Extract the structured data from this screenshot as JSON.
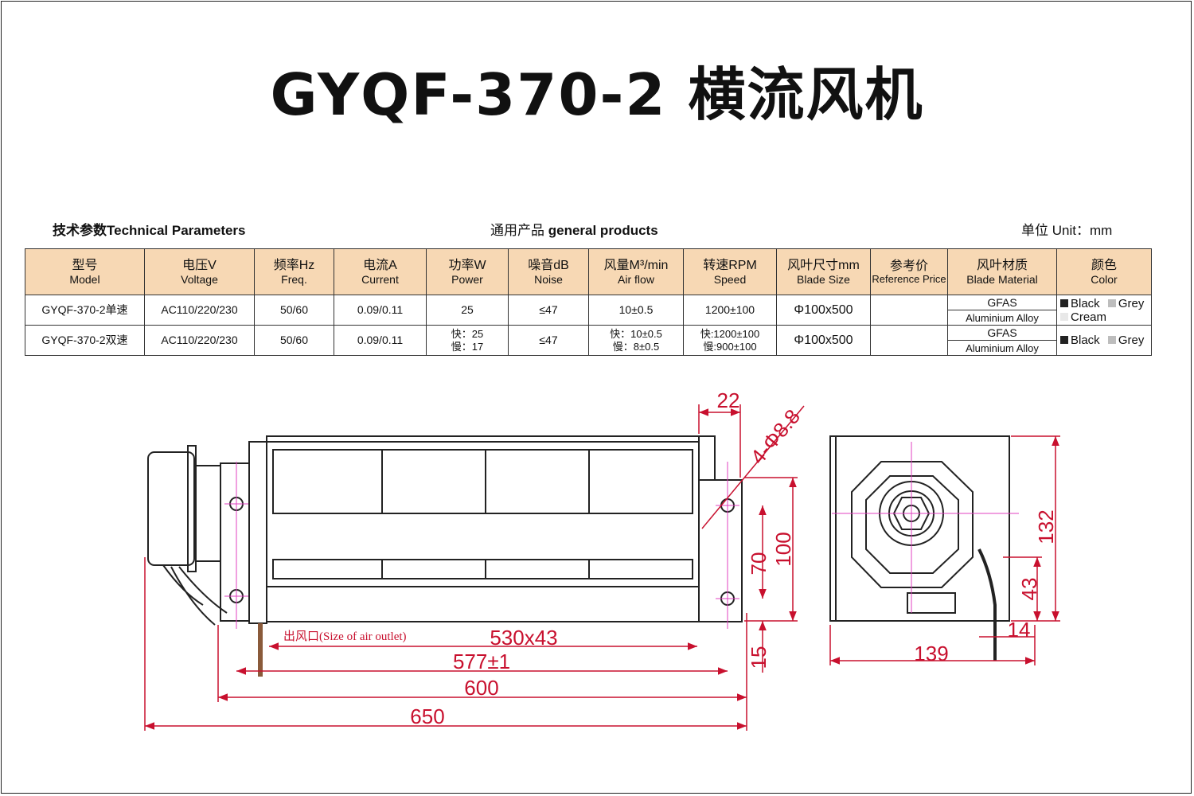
{
  "title": "GYQF-370-2 横流风机",
  "header": {
    "tech_params": "技术参数Technical Parameters",
    "general_cn": "通用产品 ",
    "general_en": "general products",
    "unit": "单位 Unit：mm"
  },
  "table": {
    "columns": [
      {
        "cn": "型号",
        "en": "Model"
      },
      {
        "cn": "电压V",
        "en": "Voltage"
      },
      {
        "cn": "频率Hz",
        "en": "Freq."
      },
      {
        "cn": "电流A",
        "en": "Current"
      },
      {
        "cn": "功率W",
        "en": "Power"
      },
      {
        "cn": "噪音dB",
        "en": "Noise"
      },
      {
        "cn": "风量M³/min",
        "en": "Air flow"
      },
      {
        "cn": "转速RPM",
        "en": "Speed"
      },
      {
        "cn": "风叶尺寸mm",
        "en": "Blade Size"
      },
      {
        "cn": "参考价",
        "en": "Reference Price"
      },
      {
        "cn": "风叶材质",
        "en": "Blade Material"
      },
      {
        "cn": "颜色",
        "en": "Color"
      }
    ],
    "rows": [
      {
        "model": "GYQF-370-2单速",
        "voltage": "AC110/220/230",
        "freq": "50/60",
        "current": "0.09/0.11",
        "power": "25",
        "power_slow": "",
        "noise": "≤47",
        "airflow": "10±0.5",
        "airflow_slow": "",
        "speed": "1200±100",
        "speed_slow": "",
        "blade_size": "Φ100x500",
        "price": "",
        "material_1": "GFAS",
        "material_2": "Aluminium Alloy",
        "color_1": "Black",
        "color_2": "Grey",
        "color_3": "Cream"
      },
      {
        "model": "GYQF-370-2双速",
        "voltage": "AC110/220/230",
        "freq": "50/60",
        "current": "0.09/0.11",
        "power": "快：25",
        "power_slow": "慢：17",
        "noise": "≤47",
        "airflow": "快：10±0.5",
        "airflow_slow": "慢：8±0.5",
        "speed": "快:1200±100",
        "speed_slow": "慢:900±100",
        "blade_size": "Φ100x500",
        "price": "",
        "material_1": "GFAS",
        "material_2": "Aluminium Alloy",
        "color_1": "Black",
        "color_2": "Grey"
      }
    ]
  },
  "drawing": {
    "dim_22": "22",
    "dim_holes": "4-Φ8.8",
    "dim_70": "70",
    "dim_100": "100",
    "dim_15": "15",
    "note_outlet": "出风口(Size of  air outlet)",
    "dim_530": "530x43",
    "dim_577": "577±1",
    "dim_600": "600",
    "dim_650": "650",
    "dim_132": "132",
    "dim_43": "43",
    "dim_14": "14",
    "dim_139": "139"
  },
  "colors": {
    "table_header": "#f7d8b4",
    "dimension": "#c8102e",
    "center_line": "#e040c0",
    "swatch_black": "#222222",
    "swatch_grey": "#bdbdbd",
    "swatch_cream": "#e8e8e8"
  }
}
